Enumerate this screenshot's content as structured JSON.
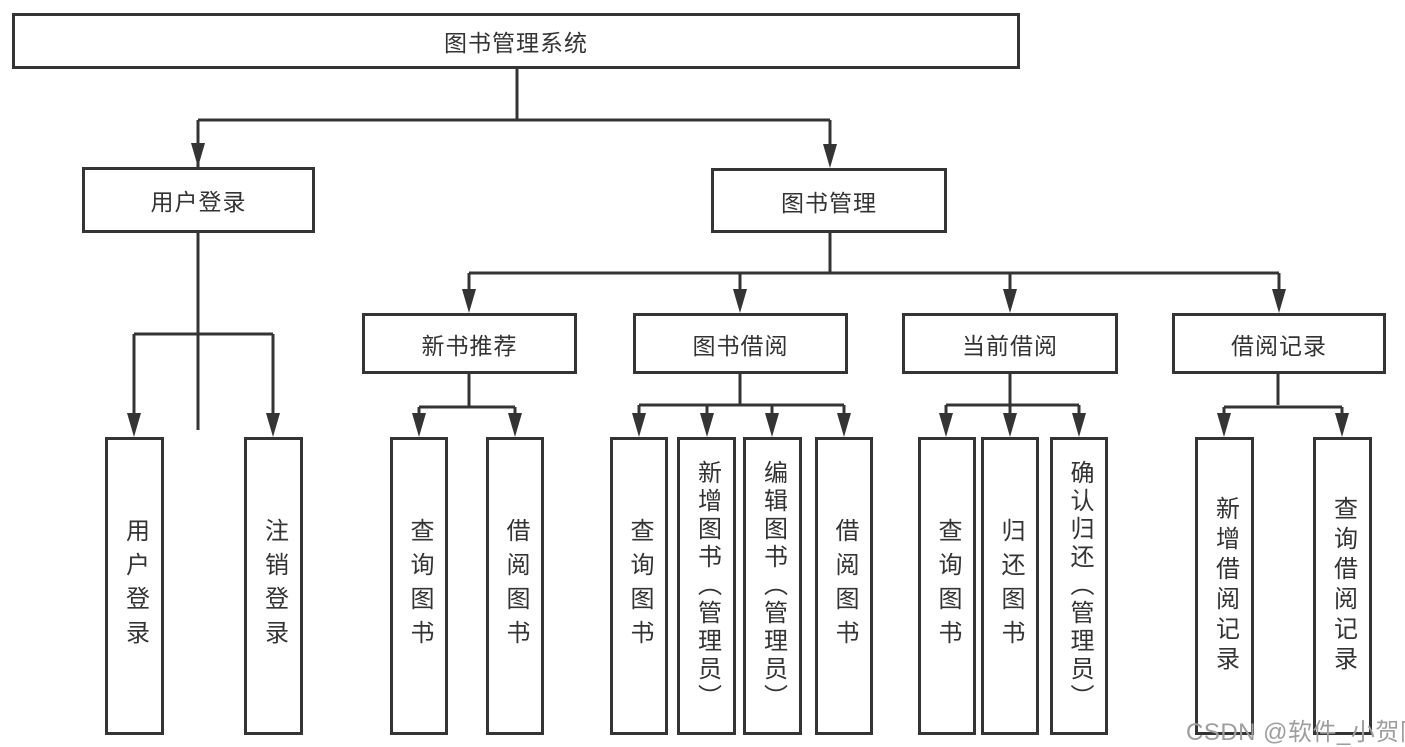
{
  "diagram_title": "图书管理系统",
  "nodes": {
    "root": "图书管理系统",
    "user_login": "用户登录",
    "book_mgmt": "图书管理",
    "new_book_rec": "新书推荐",
    "book_borrow": "图书借阅",
    "current_borrow": "当前借阅",
    "borrow_record": "借阅记录",
    "leaf_user_login": "用户登录",
    "leaf_logout": "注销登录",
    "leaf_query_book_rec": "查询图书",
    "leaf_borrow_book_rec": "借阅图书",
    "leaf_query_book_borrow": "查询图书",
    "leaf_add_book_admin": "新增图书（管理员）",
    "leaf_edit_book_admin": "编辑图书（管理员）",
    "leaf_borrow_book_borrow": "借阅图书",
    "leaf_query_book_current": "查询图书",
    "leaf_return_book": "归还图书",
    "leaf_confirm_return_admin": "确认归还（管理员）",
    "leaf_add_borrow_record": "新增借阅记录",
    "leaf_query_borrow_record": "查询借阅记录"
  },
  "watermark": "CSDN @软件_小贺同学",
  "colors": {
    "line": "#343434",
    "text": "#333333",
    "watermark_text": "#9e9e9e",
    "background": "#ffffff"
  }
}
